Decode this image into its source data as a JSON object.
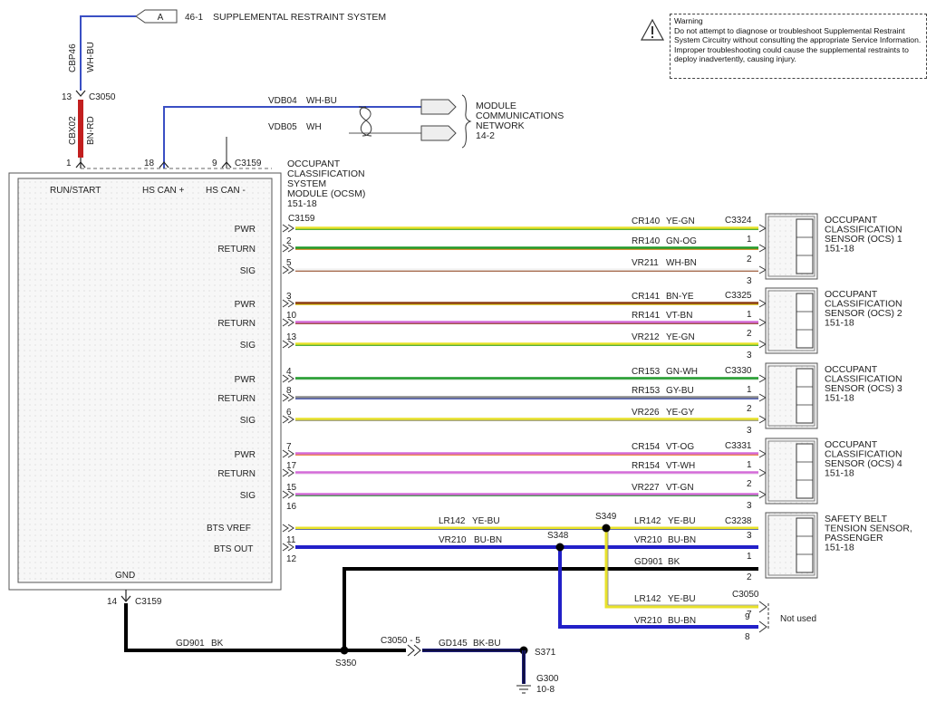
{
  "header": {
    "connector_letter": "A",
    "system_ref": "46-1",
    "system_name": "SUPPLEMENTAL RESTRAINT SYSTEM"
  },
  "warning": {
    "title": "Warning",
    "body": "Do not attempt to diagnose or troubleshoot Supplemental Restraint System Circuitry without consulting the appropriate Service Information. Improper troubleshooting could cause the supplemental restraints to deploy inadvertently, causing injury."
  },
  "top_wires": {
    "upper_circuit": "CBP46",
    "upper_color": "WH-BU",
    "pin_left": "13",
    "connector": "C3050",
    "lower_circuit": "CBX02",
    "lower_color": "BN-RD"
  },
  "network": {
    "circuit1": "VDB04",
    "color1": "WH-BU",
    "circuit2": "VDB05",
    "color2": "WH",
    "label_line1": "MODULE",
    "label_line2": "COMMUNICATIONS",
    "label_line3": "NETWORK",
    "label_ref": "14-2"
  },
  "module": {
    "pin_runstart": "1",
    "pin_hscan_plus": "18",
    "pin_hscan_minus": "9",
    "connector_top": "C3159",
    "name_line1": "OCCUPANT",
    "name_line2": "CLASSIFICATION",
    "name_line3": "SYSTEM",
    "name_line4": "MODULE (OCSM)",
    "name_ref": "151-18",
    "connector_right": "C3159",
    "top_labels": [
      "RUN/START",
      "HS CAN +",
      "HS CAN -"
    ],
    "gnd_label": "GND",
    "gnd_pin": "14",
    "gnd_connector": "C3159"
  },
  "sensor_wires": [
    {
      "label": "PWR",
      "pin_module": "",
      "circuit": "CR140",
      "color": "YE-GN",
      "connector": "C3324",
      "pin_sensor": "1"
    },
    {
      "label": "RETURN",
      "pin_module": "2",
      "circuit": "RR140",
      "color": "GN-OG",
      "connector": "",
      "pin_sensor": "2"
    },
    {
      "label": "SIG",
      "pin_module": "5",
      "circuit": "VR211",
      "color": "WH-BN",
      "connector": "",
      "pin_sensor": "3"
    },
    {
      "label": "PWR",
      "pin_module": "3",
      "circuit": "CR141",
      "color": "BN-YE",
      "connector": "C3325",
      "pin_sensor": "1"
    },
    {
      "label": "RETURN",
      "pin_module": "10",
      "circuit": "RR141",
      "color": "VT-BN",
      "connector": "",
      "pin_sensor": "2"
    },
    {
      "label": "SIG",
      "pin_module": "13",
      "circuit": "VR212",
      "color": "YE-GN",
      "connector": "",
      "pin_sensor": "3"
    },
    {
      "label": "PWR",
      "pin_module": "4",
      "circuit": "CR153",
      "color": "GN-WH",
      "connector": "C3330",
      "pin_sensor": "1"
    },
    {
      "label": "RETURN",
      "pin_module": "8",
      "circuit": "RR153",
      "color": "GY-BU",
      "connector": "",
      "pin_sensor": "2"
    },
    {
      "label": "SIG",
      "pin_module": "6",
      "circuit": "VR226",
      "color": "YE-GY",
      "connector": "",
      "pin_sensor": "3"
    },
    {
      "label": "PWR",
      "pin_module": "7",
      "circuit": "CR154",
      "color": "VT-OG",
      "connector": "C3331",
      "pin_sensor": "1"
    },
    {
      "label": "RETURN",
      "pin_module": "17",
      "circuit": "RR154",
      "color": "VT-WH",
      "connector": "",
      "pin_sensor": "2"
    },
    {
      "label": "SIG",
      "pin_module": "15",
      "circuit": "VR227",
      "color": "VT-GN",
      "connector": "",
      "pin_sensor": "3"
    }
  ],
  "extra_pin": "16",
  "sensors": [
    {
      "line1": "OCCUPANT",
      "line2": "CLASSIFICATION",
      "line3": "SENSOR (OCS) 1",
      "ref": "151-18"
    },
    {
      "line1": "OCCUPANT",
      "line2": "CLASSIFICATION",
      "line3": "SENSOR (OCS) 2",
      "ref": "151-18"
    },
    {
      "line1": "OCCUPANT",
      "line2": "CLASSIFICATION",
      "line3": "SENSOR (OCS) 3",
      "ref": "151-18"
    },
    {
      "line1": "OCCUPANT",
      "line2": "CLASSIFICATION",
      "line3": "SENSOR (OCS) 4",
      "ref": "151-18"
    },
    {
      "line1": "SAFETY BELT",
      "line2": "TENSION SENSOR,",
      "line3": "PASSENGER",
      "ref": "151-18"
    }
  ],
  "bts": {
    "vref_label": "BTS VREF",
    "out_label": "BTS OUT",
    "pin_vref": "11",
    "pin_out": "12",
    "circuit_vref": "LR142",
    "color_vref": "YE-BU",
    "circuit_out": "VR210",
    "color_out": "BU-BN",
    "splice_vref": "S349",
    "splice_out": "S348",
    "right_circuit_vref": "LR142",
    "right_color_vref": "YE-BU",
    "right_circuit_out": "VR210",
    "right_color_out": "BU-BN",
    "connector": "C3238",
    "pin_s1": "3",
    "pin_s2": "1",
    "pin_s3": "2",
    "gnd_circuit": "GD901",
    "gnd_color": "BK"
  },
  "not_used": {
    "circuit1": "LR142",
    "color1": "YE-BU",
    "circuit2": "VR210",
    "color2": "BU-BN",
    "connector": "C3050",
    "pin_a": "7",
    "pin_b": "9",
    "pin_c": "8",
    "label": "Not used"
  },
  "ground": {
    "circuit": "GD901",
    "color": "BK",
    "splice": "S350",
    "connector": "C3050 - 5",
    "circuit2": "GD145",
    "color2": "BK-BU",
    "splice2": "S371",
    "ground_id": "G300",
    "ground_ref": "10-8"
  }
}
